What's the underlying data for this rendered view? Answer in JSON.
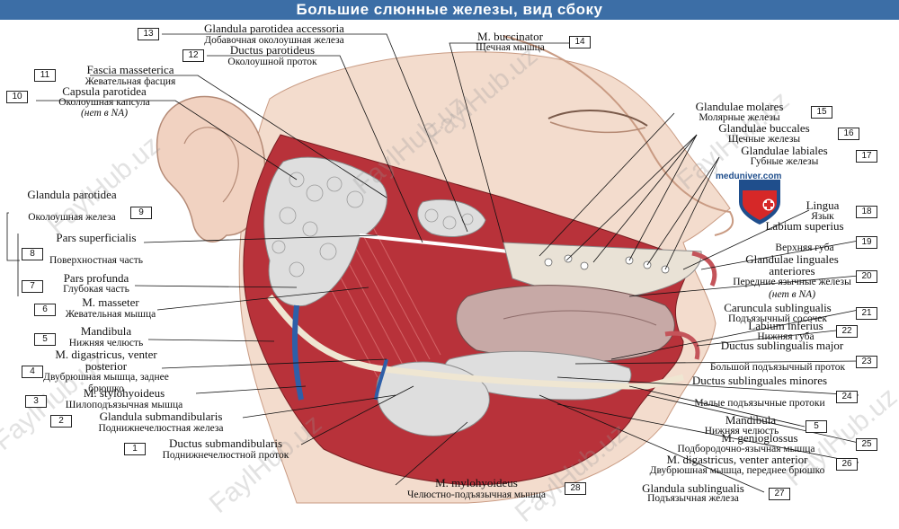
{
  "title": "Большие слюнные железы, вид сбоку",
  "site": "meduniver.com",
  "watermark": "FaylHub.uz",
  "colors": {
    "title_bar": "#3c6ea6",
    "muscle": "#b8323a",
    "gland": "#dedede",
    "skin": "#f3dccd"
  },
  "labels": [
    {
      "num": "13",
      "lat": "Glandula parotidea accessoria",
      "ru": "Добавочная околоушная железа"
    },
    {
      "num": "12",
      "lat": "Ductus parotideus",
      "ru": "Околоушной проток"
    },
    {
      "num": "11",
      "lat": "Fascia masseterica",
      "ru": "Жевательная фасция"
    },
    {
      "num": "10",
      "lat": "Capsula parotidea",
      "ru": "Околоушная капсула",
      "note": "(нет в NA)"
    },
    {
      "num": "9",
      "lat": "Glandula parotidea",
      "ru": "Околоушная железа"
    },
    {
      "num": "8",
      "lat": "Pars superficialis",
      "ru": "Поверхностная часть"
    },
    {
      "num": "7",
      "lat": "Pars profunda",
      "ru": "Глубокая часть"
    },
    {
      "num": "6",
      "lat": "M. masseter",
      "ru": "Жевательная мышца"
    },
    {
      "num": "5",
      "lat": "Mandibula",
      "ru": "Нижняя челюсть"
    },
    {
      "num": "4",
      "lat": "M. digastricus, venter posterior",
      "ru": "Двубрюшная мышца, заднее брюшко"
    },
    {
      "num": "3",
      "lat": "M. stylohyoideus",
      "ru": "Шилоподъязычная мышца"
    },
    {
      "num": "2",
      "lat": "Glandula submandibularis",
      "ru": "Поднижнечелюстная железа"
    },
    {
      "num": "1",
      "lat": "Ductus submandibularis",
      "ru": "Поднижнечелюстной проток"
    },
    {
      "num": "28",
      "lat": "M. mylohyoideus",
      "ru": "Челюстно-подъязычная мышца"
    },
    {
      "num": "14",
      "lat": "M. buccinator",
      "ru": "Щечная мышца"
    },
    {
      "num": "15",
      "lat": "Glandulae molares",
      "ru": "Молярные железы"
    },
    {
      "num": "16",
      "lat": "Glandulae buccales",
      "ru": "Щечные железы"
    },
    {
      "num": "17",
      "lat": "Glandulae labiales",
      "ru": "Губные железы"
    },
    {
      "num": "18",
      "lat": "Lingua",
      "ru": "Язык"
    },
    {
      "num": "19",
      "lat": "Labium superius",
      "ru": "Верхняя губа"
    },
    {
      "num": "20",
      "lat": "Glandulae linguales anteriores",
      "ru": "Передние язычные железы",
      "note": "(нет в NA)"
    },
    {
      "num": "21",
      "lat": "Caruncula sublingualis",
      "ru": "Подъязычный сосочек"
    },
    {
      "num": "22",
      "lat": "Labium inferius",
      "ru": "Нижняя губа"
    },
    {
      "num": "23",
      "lat": "Ductus sublingualis major",
      "ru": "Большой подъязычный проток"
    },
    {
      "num": "24",
      "lat": "Ductus sublinguales minores",
      "ru": "Малые подъязычные протоки"
    },
    {
      "num": "5b",
      "lat": "Mandibula",
      "ru": "Нижняя челюсть"
    },
    {
      "num": "25",
      "lat": "M. genioglossus",
      "ru": "Подбородочно-язычная мышца"
    },
    {
      "num": "26",
      "lat": "M. digastricus, venter anterior",
      "ru": "Двубрюшная мышца, переднее брюшко"
    },
    {
      "num": "27",
      "lat": "Glandula sublingualis",
      "ru": "Подъязычная железа"
    }
  ]
}
